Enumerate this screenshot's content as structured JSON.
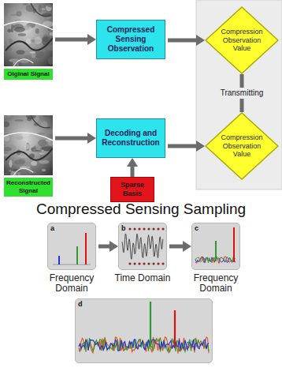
{
  "diagram": {
    "title": "Compressed Sensing Sampling",
    "nodes": [
      {
        "text": [
          "Oiginal Signal"
        ]
      },
      {
        "text": [
          "Compressed Sensing Observation"
        ]
      },
      {
        "text": [
          "Compression Observation Value"
        ]
      },
      {
        "text": [
          "Reconstructed Signal"
        ]
      },
      {
        "text": [
          "Decoding and Reconstruction"
        ]
      },
      {
        "text": [
          "Compression Observation Value"
        ]
      },
      {
        "text": [
          "Sparse Basis"
        ]
      },
      {
        "text": [
          "a",
          "Frequency Domain"
        ]
      },
      {
        "text": [
          "b",
          "Time Domain"
        ]
      },
      {
        "text": [
          "c",
          "Frequency Domain"
        ]
      },
      {
        "text": [
          "d"
        ]
      }
    ],
    "edges": [
      {
        "from": 0,
        "to": 1,
        "arrow": "to"
      },
      {
        "from": 1,
        "to": 2,
        "arrow": "to"
      },
      {
        "from": 2,
        "to": 5,
        "label": "Transmitting",
        "arrow": "none"
      },
      {
        "from": 3,
        "to": 4,
        "arrow": "to"
      },
      {
        "from": 4,
        "to": 5,
        "arrow": "to"
      },
      {
        "from": 6,
        "to": 4,
        "arrow": "to"
      },
      {
        "from": 7,
        "to": 8,
        "arrow": "to"
      },
      {
        "from": 8,
        "to": 9,
        "arrow": "to"
      }
    ]
  }
}
